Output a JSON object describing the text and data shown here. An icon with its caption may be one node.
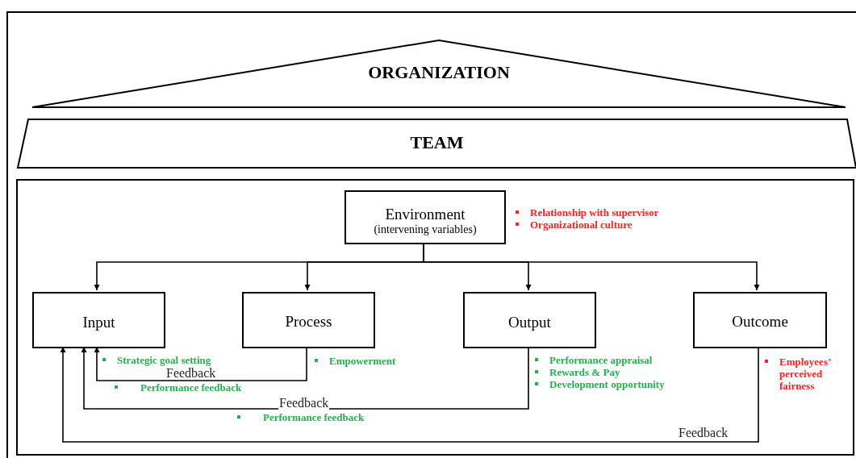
{
  "diagram": {
    "nodes": [
      {
        "text": [
          "ORGANIZATION"
        ]
      },
      {
        "text": [
          "TEAM"
        ]
      },
      {
        "text": [],
        "shape": "box"
      },
      {
        "text": [
          "Environment",
          "(intervening variables)"
        ],
        "in": 2,
        "beside": [
          "Relationship with supervisor",
          "Organizational culture"
        ]
      },
      {
        "text": [
          "Input"
        ],
        "in": 2,
        "beside": [
          "Strategic goal setting"
        ]
      },
      {
        "text": [
          "Process"
        ],
        "in": 2,
        "beside": [
          "Empowerment"
        ]
      },
      {
        "text": [
          "Output"
        ],
        "in": 2,
        "beside": [
          "Performance appraisal",
          "Rewards & Pay",
          "Development opportunity"
        ]
      },
      {
        "text": [
          "Outcome"
        ],
        "in": 2,
        "beside": [
          "Employees’ perceived fairness"
        ]
      }
    ],
    "edges": [
      {
        "from": 3,
        "to": 4,
        "arrow": "to"
      },
      {
        "from": 3,
        "to": 5,
        "arrow": "to"
      },
      {
        "from": 3,
        "to": 6,
        "arrow": "to"
      },
      {
        "from": 3,
        "to": 7,
        "arrow": "to"
      },
      {
        "from": 5,
        "to": 4,
        "arrow": "to",
        "label": "Feedback"
      },
      {
        "from": 6,
        "to": 4,
        "arrow": "to",
        "label": "Feedback"
      },
      {
        "from": 7,
        "to": 4,
        "arrow": "to",
        "label": "Feedback"
      }
    ],
    "labels": [
      "Performance feedback",
      "Performance feedback"
    ]
  }
}
